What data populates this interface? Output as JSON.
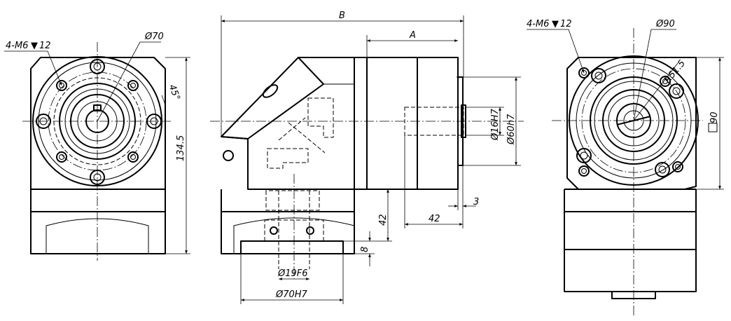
{
  "left_view": {
    "thread_note": "4-M6",
    "thread_depth": "12",
    "pilot_diameter": "Ø70",
    "angle": "45°",
    "height": "134.5"
  },
  "middle_view": {
    "overall_length": "B",
    "body_length": "A",
    "shaft_diameter": "Ø16H7",
    "spigot_diameter": "Ø60h7",
    "spigot_depth": "3",
    "shaft_length": "42",
    "input_depth": "42",
    "flange_thickness": "8",
    "input_bore": "Ø19F6",
    "input_pilot": "Ø70H7"
  },
  "right_view": {
    "thread_note": "4-M6",
    "thread_depth": "12",
    "pcd": "Ø90",
    "radius": "R51.5",
    "square": "90"
  },
  "colors": {
    "line": "#000000",
    "background": "#ffffff"
  }
}
